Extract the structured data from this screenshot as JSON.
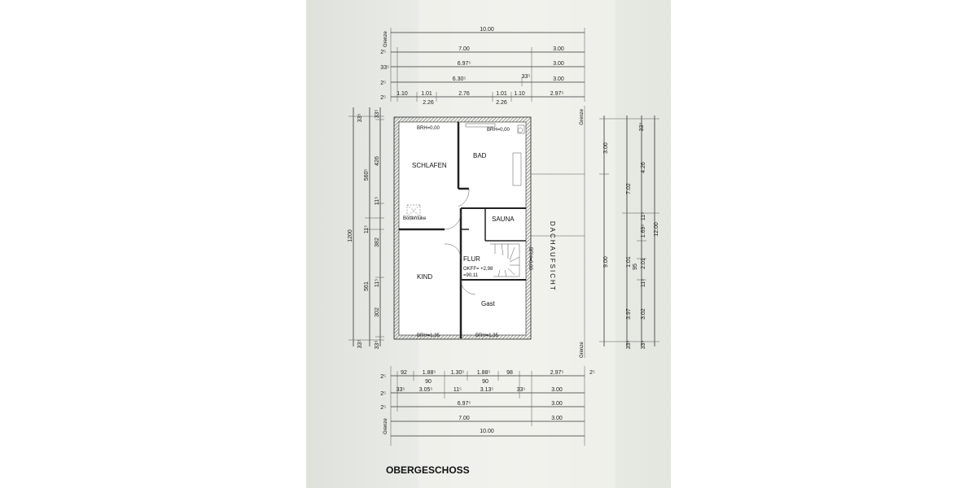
{
  "title": "OBERGESCHOSS",
  "rooms": {
    "schlafen": "SCHLAFEN",
    "bad": "BAD",
    "sauna": "SAUNA",
    "flur": "FLUR",
    "kind": "KIND",
    "gast": "Gast",
    "dachaufsicht": "DACHAUFSICHT",
    "bodenluke": "Bodenluke"
  },
  "annotations": {
    "brh_top_left": "BRH=0,00",
    "brh_top_right": "BRH=0,00",
    "brh_right": "BRH=0,00",
    "brh_bottom_left": "BRH=1,35",
    "brh_bottom_right": "BRH=1,35",
    "okff_line1": "OKFF= +2,98",
    "okff_line2": "=90,11",
    "grenze_top": "Grenze",
    "grenze_right_top": "Grenze",
    "grenze_right_bottom": "Grenze",
    "grenze_bottom": "Grenze"
  },
  "top_dimensions": {
    "row1": [
      "10.00"
    ],
    "row2": [
      "2⁵",
      "7.00",
      "3.00"
    ],
    "row3": [
      "33⁵",
      "6.97⁵",
      "3.00"
    ],
    "row4": [
      "2⁵",
      "6.30⁵",
      "33⁵",
      "3.00"
    ],
    "row5": [
      "2⁵",
      "1.10",
      "1.01",
      "2.76",
      "1.01",
      "1.10",
      "2.97⁵"
    ],
    "row5_sub": [
      "2.26",
      "2.26"
    ]
  },
  "bottom_dimensions": {
    "row1": [
      "2⁵",
      "92",
      "1.88⁵",
      "1.30⁵",
      "1.88⁵",
      "98",
      "2.97⁵",
      "2⁵"
    ],
    "row1_sub": [
      "90",
      "90"
    ],
    "row2": [
      "2⁵",
      "33⁵",
      "3.05⁵",
      "11⁵",
      "3.13⁵",
      "33⁵",
      "3.00"
    ],
    "row3": [
      "2⁵",
      "6.97⁵",
      "3.00"
    ],
    "row4": [
      "7.00",
      "3.00"
    ],
    "row5": [
      "10.00"
    ]
  },
  "left_dimensions": {
    "outer": [
      "1200"
    ],
    "middle": [
      "560⁵",
      "11⁵",
      "561"
    ],
    "inner": [
      "33⁵",
      "426",
      "11⁵",
      "382",
      "11⁵",
      "302",
      "33⁵"
    ],
    "inner_extra": [
      "33⁵",
      "33⁵"
    ]
  },
  "right_dimensions": {
    "col1": [
      "3.00",
      "9.00"
    ],
    "col2": [
      "7.02",
      "3.97"
    ],
    "col3": [
      "4.26",
      "11⁵",
      "1.69⁵",
      "1.01",
      "95",
      "2.01",
      "11⁵",
      "3.02",
      "33⁵"
    ],
    "col4": [
      "12.00"
    ],
    "top_marks": [
      "33⁵"
    ]
  }
}
